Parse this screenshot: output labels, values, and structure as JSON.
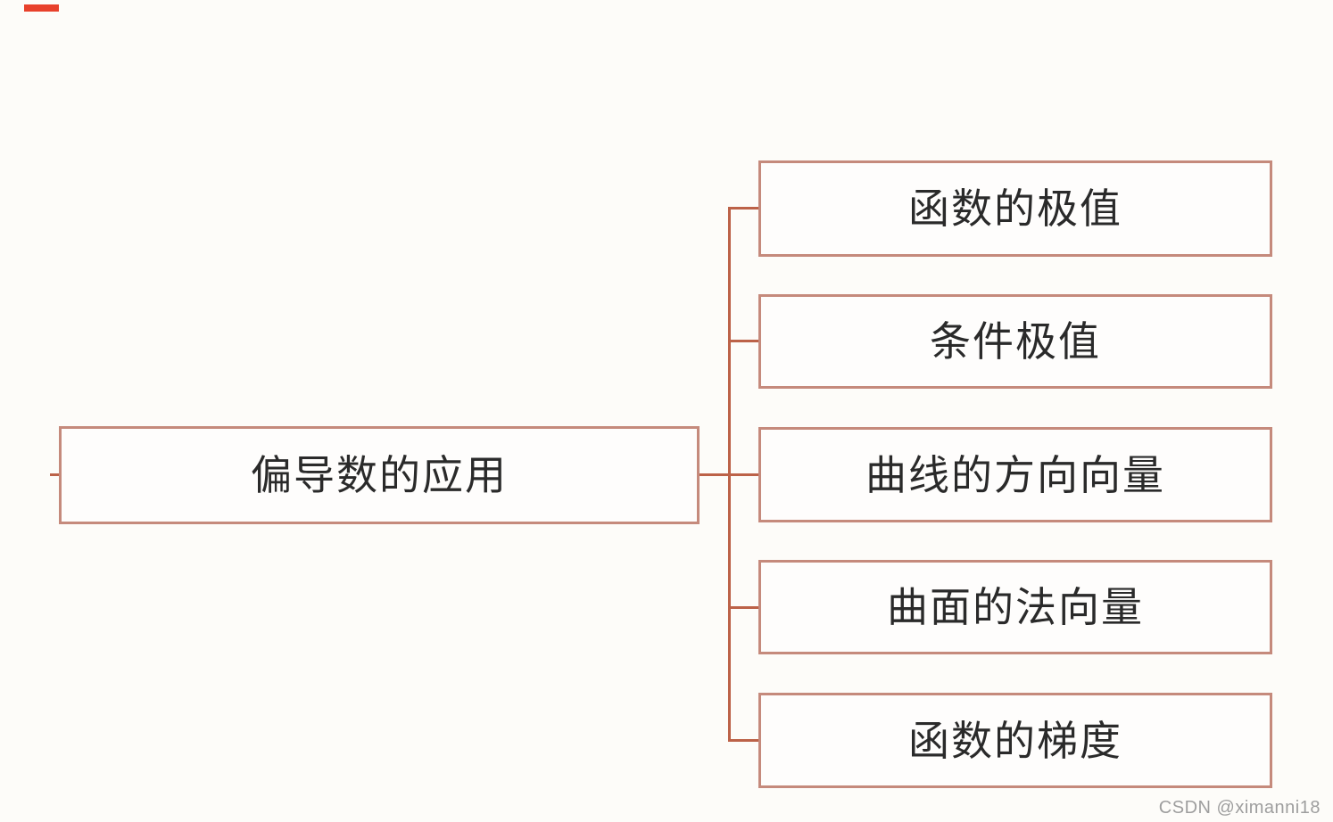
{
  "diagram": {
    "root": {
      "label": "偏导数的应用"
    },
    "branches": [
      {
        "label": "函数的极值"
      },
      {
        "label": "条件极值"
      },
      {
        "label": "曲线的方向向量"
      },
      {
        "label": "曲面的法向量"
      },
      {
        "label": "函数的梯度"
      }
    ]
  },
  "watermark": {
    "text": "CSDN @ximanni18"
  },
  "colors": {
    "background": "#fdfcf9",
    "node_fill": "#fefdfc",
    "node_border": "#c58a7c",
    "connector": "#bc6248",
    "node_text": "#2a2a2a",
    "watermark_text": "#9e9e9e",
    "accent": "#e8412c"
  }
}
